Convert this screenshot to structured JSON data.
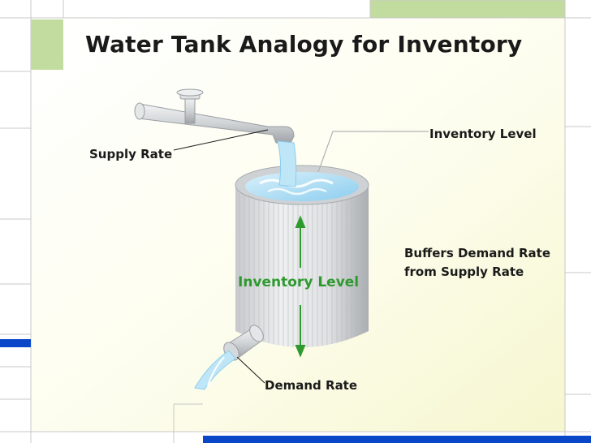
{
  "slide": {
    "title": "Water Tank Analogy for Inventory",
    "labels": {
      "supply_rate": "Supply Rate",
      "inventory_level_top": "Inventory Level",
      "buffers_line1": "Buffers Demand Rate",
      "buffers_line2": "from Supply Rate",
      "inventory_level_tank": "Inventory Level",
      "demand_rate": "Demand Rate"
    }
  },
  "colors": {
    "background_gradient": "#fbfbe4",
    "grid_line": "#c8c8c8",
    "accent_green": "#c2dca0",
    "accent_blue": "#0a47c8",
    "arrow_green": "#2e9a2e",
    "label_green": "#2e9a2e"
  },
  "icons": [
    "water-tank-illustration",
    "faucet-pipe-icon",
    "outlet-spout-icon"
  ]
}
